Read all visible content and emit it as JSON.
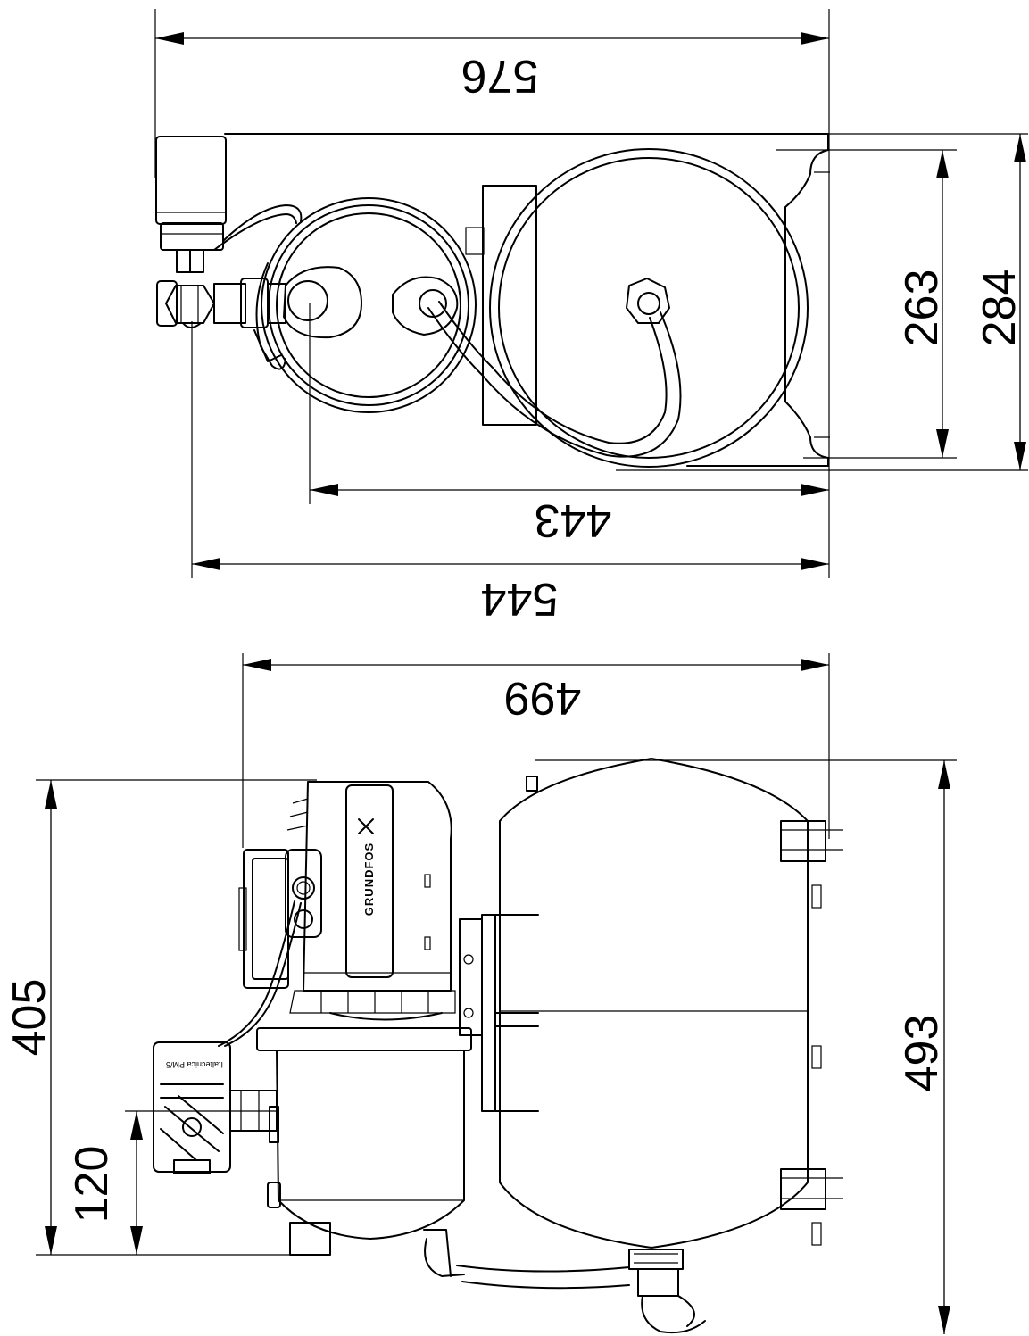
{
  "top_view": {
    "dim_width_total": "576",
    "dim_depth_inner": "263",
    "dim_depth_total": "284",
    "dim_axis_span": "443",
    "dim_length": "544"
  },
  "side_view": {
    "dim_width": "499",
    "dim_height_pump": "405",
    "dim_inlet_height": "120",
    "dim_height_total": "493",
    "brand_label": "GRUNDFOS",
    "switch_label": "Italtecnica PM/5"
  }
}
